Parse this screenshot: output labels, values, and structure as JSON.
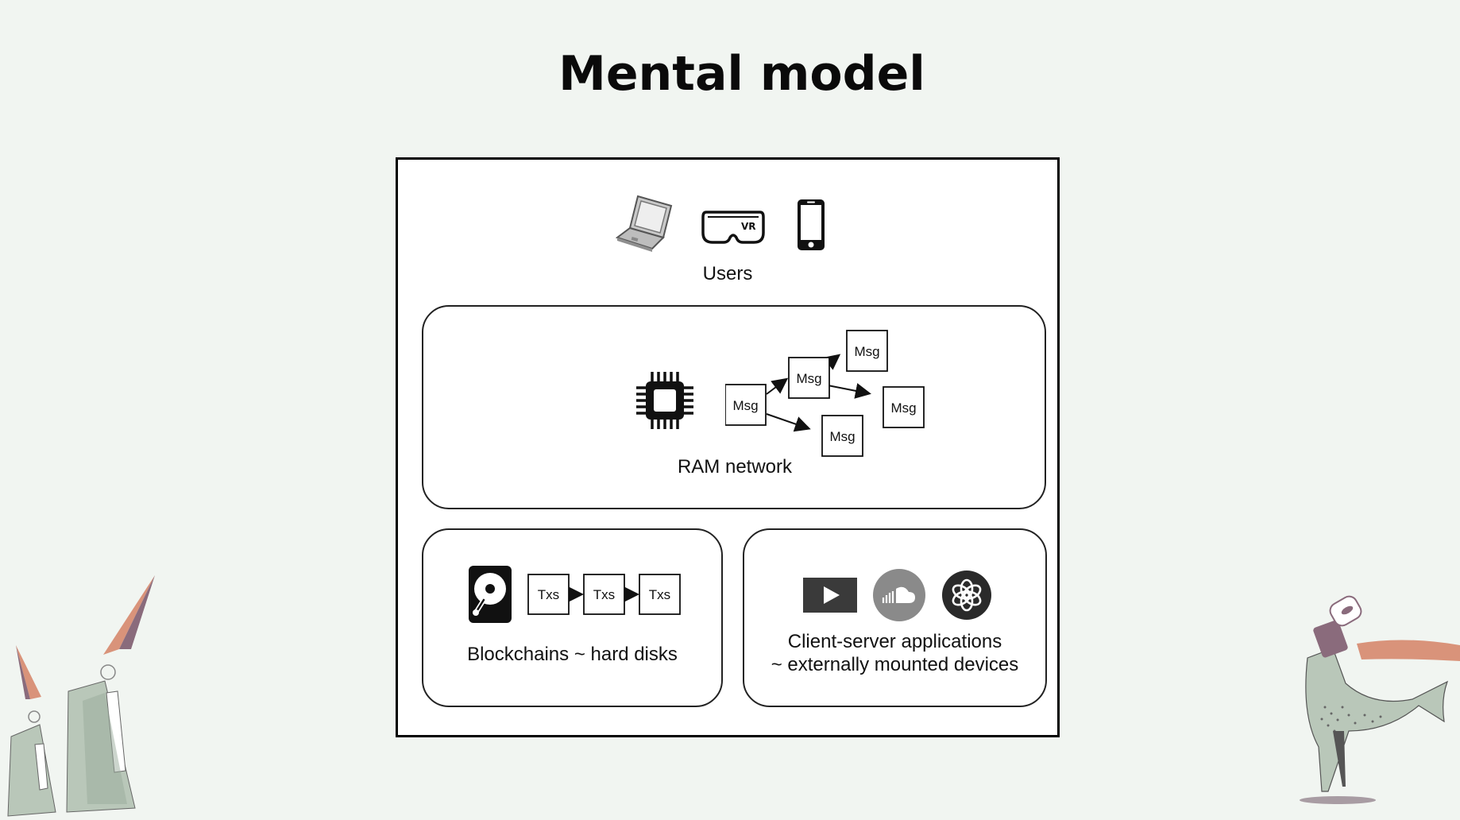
{
  "title": "Mental model",
  "diagram": {
    "users": {
      "label": "Users",
      "icons": [
        "laptop-icon",
        "vr-headset-icon",
        "smartphone-icon"
      ],
      "vr_text": "VR"
    },
    "ram_network": {
      "label": "RAM network",
      "icon": "cpu-chip-icon",
      "nodes": [
        "Msg",
        "Msg",
        "Msg",
        "Msg",
        "Msg"
      ]
    },
    "blockchains": {
      "label": "Blockchains ~ hard disks",
      "icon": "hard-disk-icon",
      "blocks": [
        "Txs",
        "Txs",
        "Txs"
      ]
    },
    "client_server": {
      "line1": "Client-server applications",
      "line2": "~ externally mounted devices",
      "icons": [
        "youtube-play-icon",
        "soundcloud-icon",
        "openai-icon"
      ]
    }
  },
  "colors": {
    "background": "#f1f5f1",
    "decor_green": "#b9c7b9",
    "decor_salmon": "#d9937a",
    "decor_mauve": "#8a6b7c"
  }
}
